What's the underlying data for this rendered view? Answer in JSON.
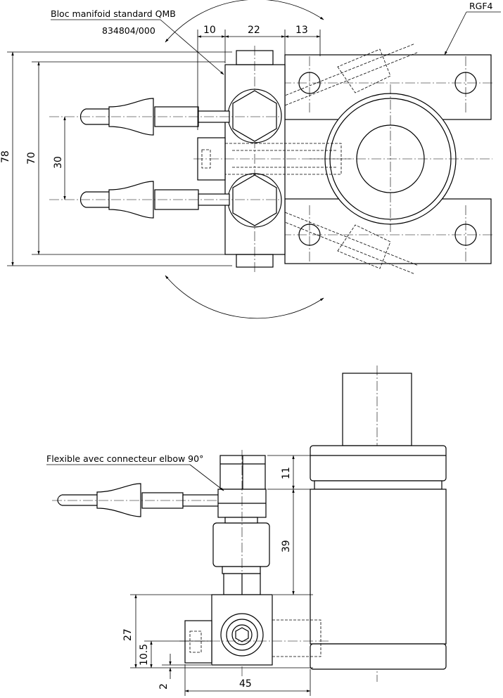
{
  "labels": {
    "manifold_title": "Bloc manifoid standard QMB",
    "manifold_ref": "834804/000",
    "model": "RGF4",
    "flexible": "Flexible avec connecteur elbow 90°"
  },
  "dimensions": {
    "top": {
      "d10": "10",
      "d22": "22",
      "d13": "13",
      "d78": "78",
      "d70": "70",
      "d30": "30"
    },
    "bottom": {
      "d11": "11",
      "d39": "39",
      "d27": "27",
      "d10_5": "10.5",
      "d2": "2",
      "d45": "45"
    }
  }
}
